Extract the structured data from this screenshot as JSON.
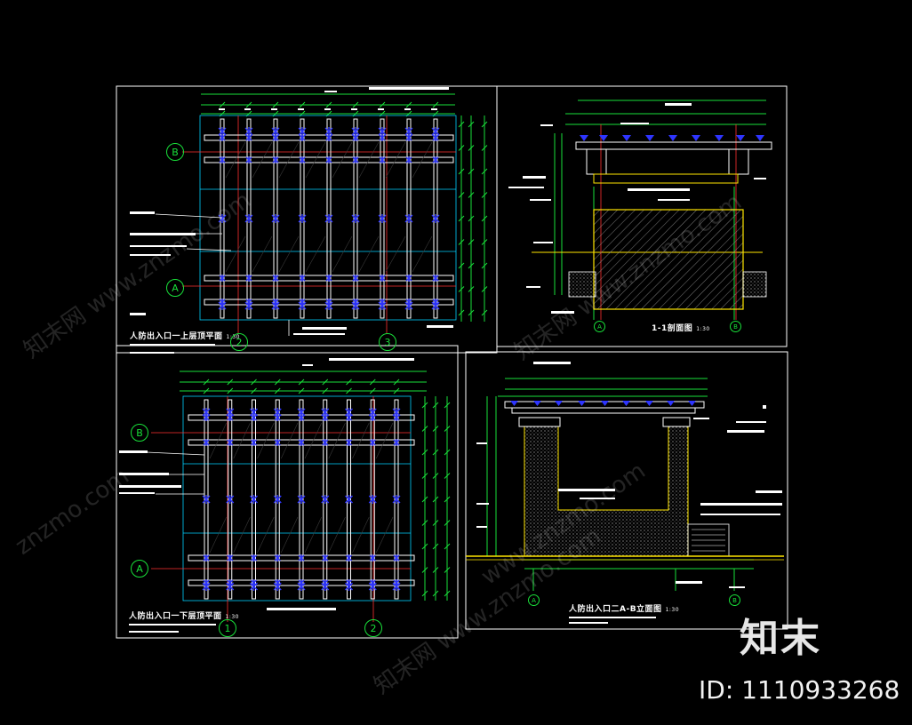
{
  "drawing": {
    "views": [
      {
        "id": "upper-roof-plan",
        "title": "人防出入口一上层顶平面",
        "scale": "1:30"
      },
      {
        "id": "section-1-1",
        "title": "1-1剖面图",
        "scale": "1:30"
      },
      {
        "id": "lower-roof-plan",
        "title": "人防出入口一下层顶平面",
        "scale": "1:30"
      },
      {
        "id": "elevation-a-b",
        "title": "人防出入口二A-B立面图",
        "scale": "1:30"
      }
    ],
    "axis_labels": {
      "plan1_row_b": "B",
      "plan1_row_a": "A",
      "plan1_col_2": "2",
      "plan1_col_3": "3",
      "plan2_row_b": "B",
      "plan2_row_a": "A",
      "plan2_col_1": "1",
      "plan2_col_2": "2",
      "section_a": "A",
      "section_b": "B",
      "elev_a": "A",
      "elev_b": "B"
    }
  },
  "watermark": {
    "brand_text": "知末",
    "id_text": "ID: 1110933268",
    "diag_texts": [
      "知末网 www.znzmo.com",
      "znzmo.com",
      "知末网 www.znzmo.com",
      "www.znzmo.com",
      "知末网 www.znzmo.com"
    ]
  },
  "colors": {
    "background": "#000000",
    "frame": "#ffffff",
    "dimension": "#19e03a",
    "grid_axis": "#00d0ff",
    "member": "#ffffff",
    "steel": "#2e35ff",
    "axis_red": "#ff3030",
    "ground": "#ffe600",
    "hatch": "#bdbdbd"
  }
}
